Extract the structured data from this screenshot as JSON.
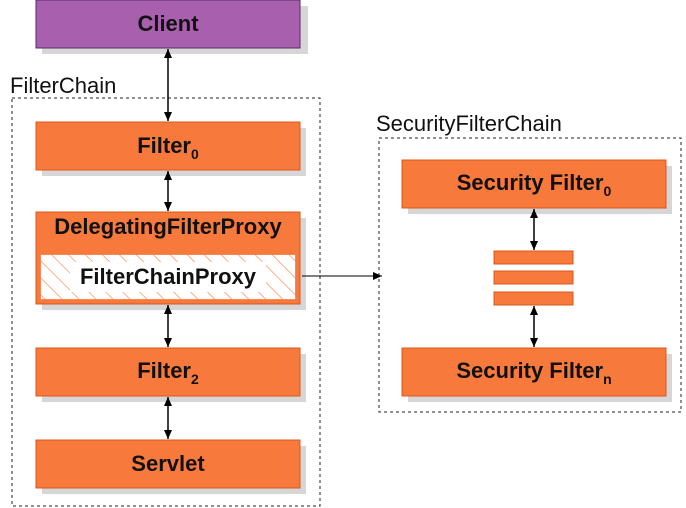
{
  "client": {
    "label": "Client"
  },
  "filter_chain": {
    "title": "FilterChain",
    "filter0": {
      "label": "Filter",
      "sub": "0"
    },
    "delegating": {
      "label": "DelegatingFilterProxy"
    },
    "filter_chain_proxy": {
      "label": "FilterChainProxy"
    },
    "filter2": {
      "label": "Filter",
      "sub": "2"
    },
    "servlet": {
      "label": "Servlet"
    }
  },
  "security_filter_chain": {
    "title": "SecurityFilterChain",
    "filter0": {
      "label": "Security Filter",
      "sub": "0"
    },
    "filtern": {
      "label": "Security Filter",
      "sub": "n"
    }
  },
  "colors": {
    "filter_fill": "#f7793c",
    "client_fill": "#a85fad",
    "shadow": "#d6d6d6"
  }
}
